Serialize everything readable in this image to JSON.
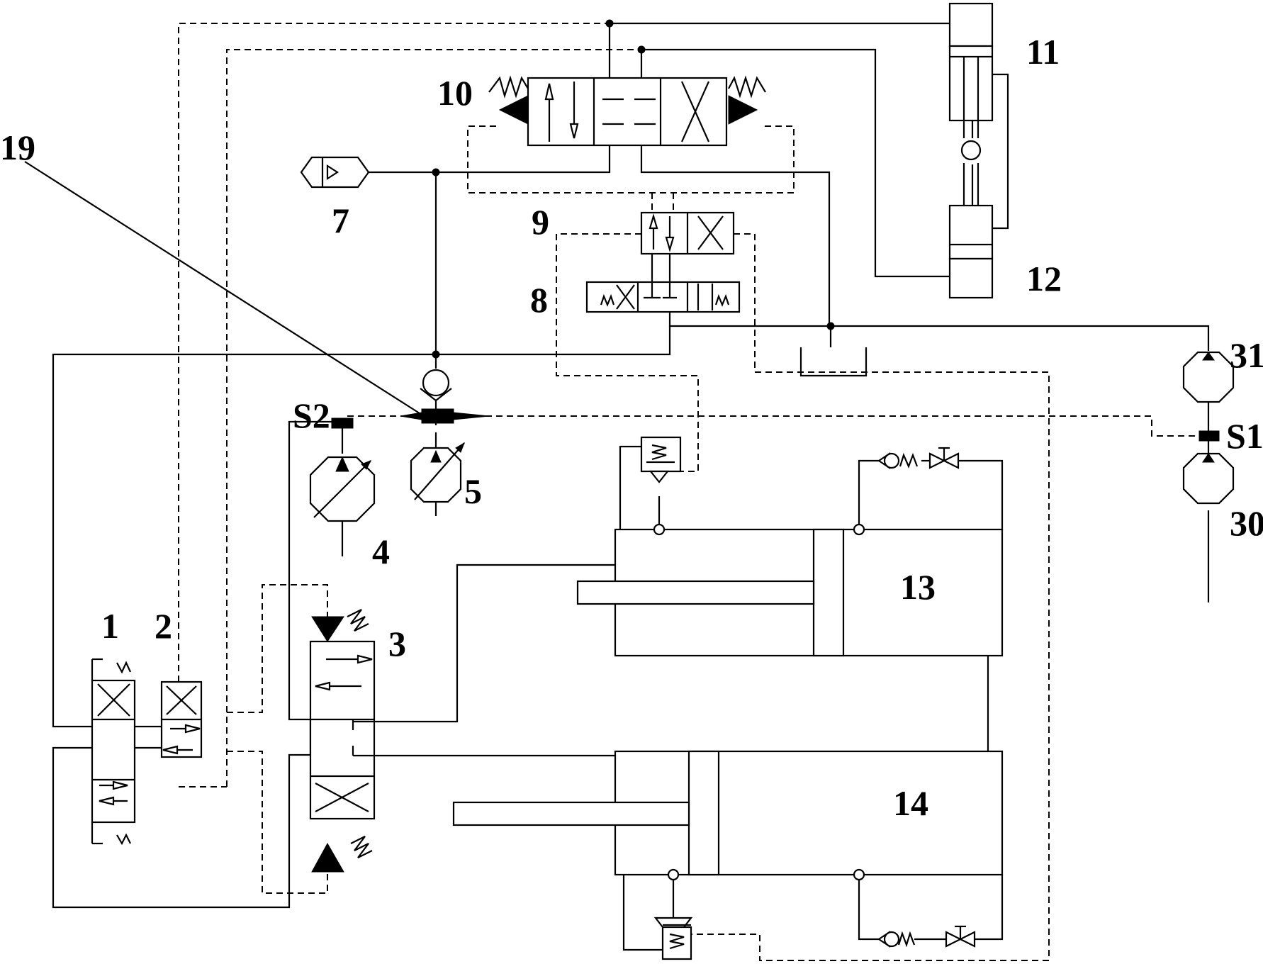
{
  "labels": {
    "n1": "1",
    "n2": "2",
    "n3": "3",
    "n4": "4",
    "n5": "5",
    "n7": "7",
    "n8": "8",
    "n9": "9",
    "n10": "10",
    "n11": "11",
    "n12": "12",
    "n13": "13",
    "n14": "14",
    "n19": "19",
    "n30": "30",
    "n31": "31",
    "s1": "S1",
    "s2": "S2"
  }
}
